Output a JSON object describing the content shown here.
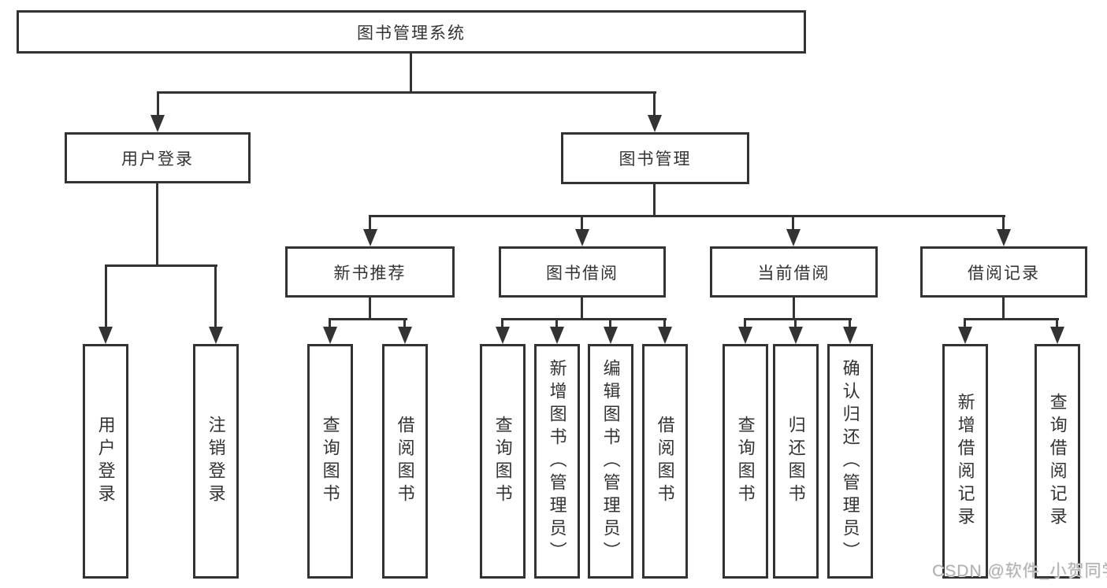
{
  "diagram": {
    "title": "图书管理系统",
    "nodes": {
      "root": {
        "label": "图书管理系统"
      },
      "user_login": {
        "label": "用户登录"
      },
      "book_mgmt": {
        "label": "图书管理"
      },
      "new_book_rec": {
        "label": "新书推荐"
      },
      "book_borrow": {
        "label": "图书借阅"
      },
      "current_borrow": {
        "label": "当前借阅"
      },
      "borrow_records": {
        "label": "借阅记录"
      },
      "leaf_user_login": {
        "label": "用户登录"
      },
      "leaf_logout": {
        "label": "注销登录"
      },
      "leaf_nbr_query_books": {
        "label": "查询图书"
      },
      "leaf_nbr_borrow_books": {
        "label": "借阅图书"
      },
      "leaf_bb_query_books": {
        "label": "查询图书"
      },
      "leaf_bb_add_books": {
        "label": "新增图书（管理员）"
      },
      "leaf_bb_edit_books": {
        "label": "编辑图书（管理员）"
      },
      "leaf_bb_borrow_books": {
        "label": "借阅图书"
      },
      "leaf_cb_query_books": {
        "label": "查询图书"
      },
      "leaf_cb_return_books": {
        "label": "归还图书"
      },
      "leaf_cb_confirm_return": {
        "label": "确认归还（管理员）"
      },
      "leaf_br_add_record": {
        "label": "新增借阅记录"
      },
      "leaf_br_query_record": {
        "label": "查询借阅记录"
      }
    },
    "colors": {
      "line": "#333333",
      "box_border": "#333333",
      "box_fill": "#ffffff",
      "text": "#333333",
      "background": "#ffffff",
      "watermark": "#b0b0b0"
    }
  },
  "watermark": {
    "text": "CSDN @软件_小贺同学"
  }
}
